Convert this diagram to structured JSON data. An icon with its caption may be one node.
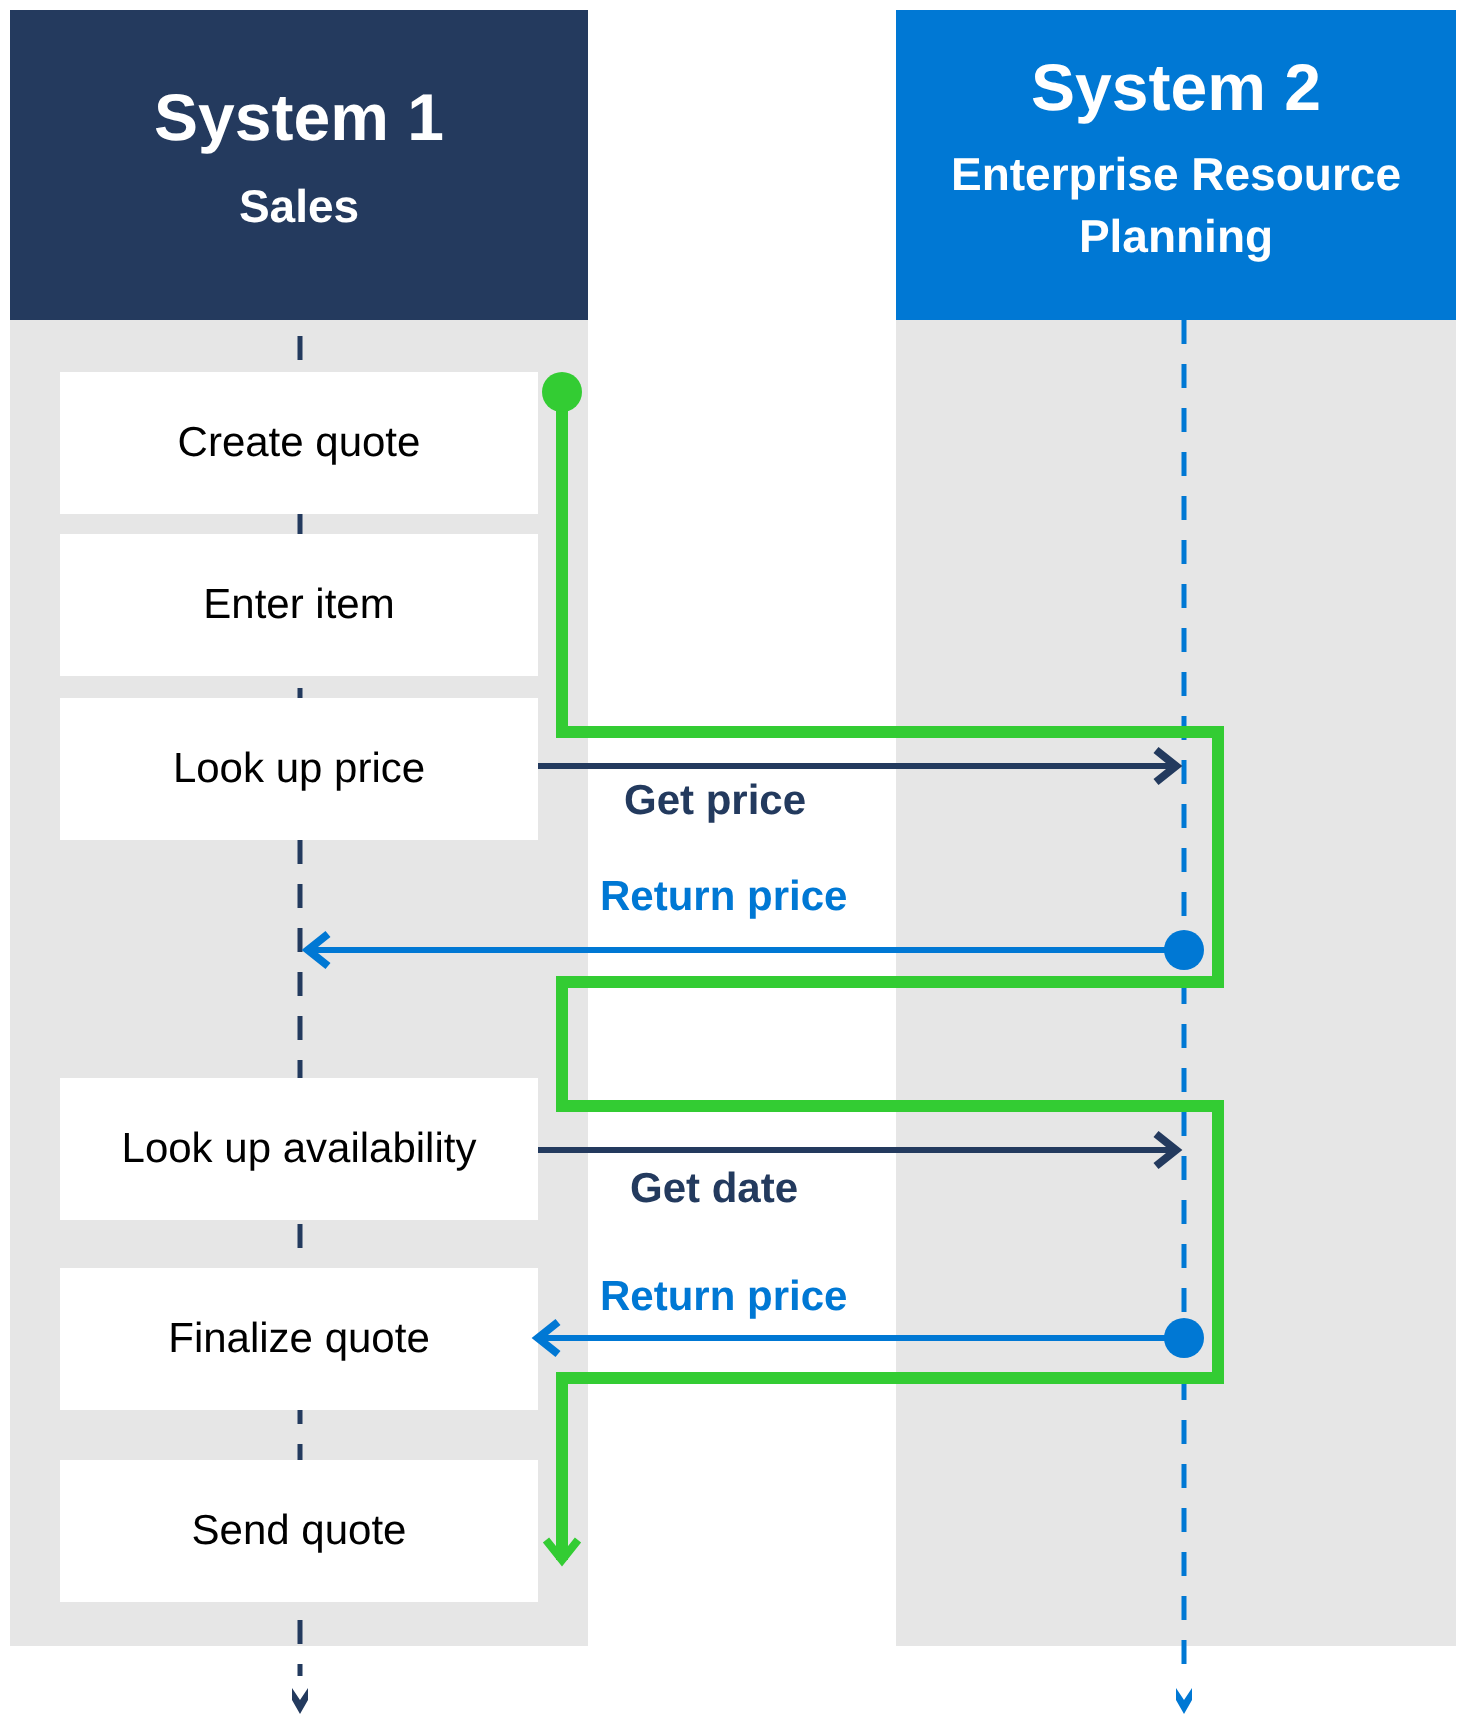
{
  "diagram": {
    "nodes": [
      {
        "text": [
          "System 1",
          "Sales"
        ]
      },
      {
        "text": [
          "System 2",
          "Enterprise Resource Planning"
        ]
      },
      {
        "text": [],
        "shape": "line"
      },
      {
        "text": [],
        "shape": "line"
      },
      {
        "text": [
          "Create quote"
        ]
      },
      {
        "text": [
          "Enter item"
        ]
      },
      {
        "text": [
          "Look up price"
        ]
      },
      {
        "text": [
          "Look up availability"
        ]
      },
      {
        "text": [
          "Finalize quote"
        ]
      },
      {
        "text": [
          "Send quote"
        ]
      }
    ],
    "edges": [
      {
        "from": 6,
        "to": 3,
        "arrow": "to",
        "label": "Get price",
        "color": "#233a5e"
      },
      {
        "from": 3,
        "to": 2,
        "arrow": "to",
        "label": "Return price",
        "color": "#0078d4"
      },
      {
        "from": 7,
        "to": 3,
        "arrow": "to",
        "label": "Get date",
        "color": "#233a5e"
      },
      {
        "from": 3,
        "to": 8,
        "arrow": "to",
        "label": "Return price",
        "color": "#0078d4"
      },
      {
        "from": 4,
        "to": 9,
        "arrow": "to",
        "style": "thick",
        "color": "#33cc33"
      }
    ]
  }
}
